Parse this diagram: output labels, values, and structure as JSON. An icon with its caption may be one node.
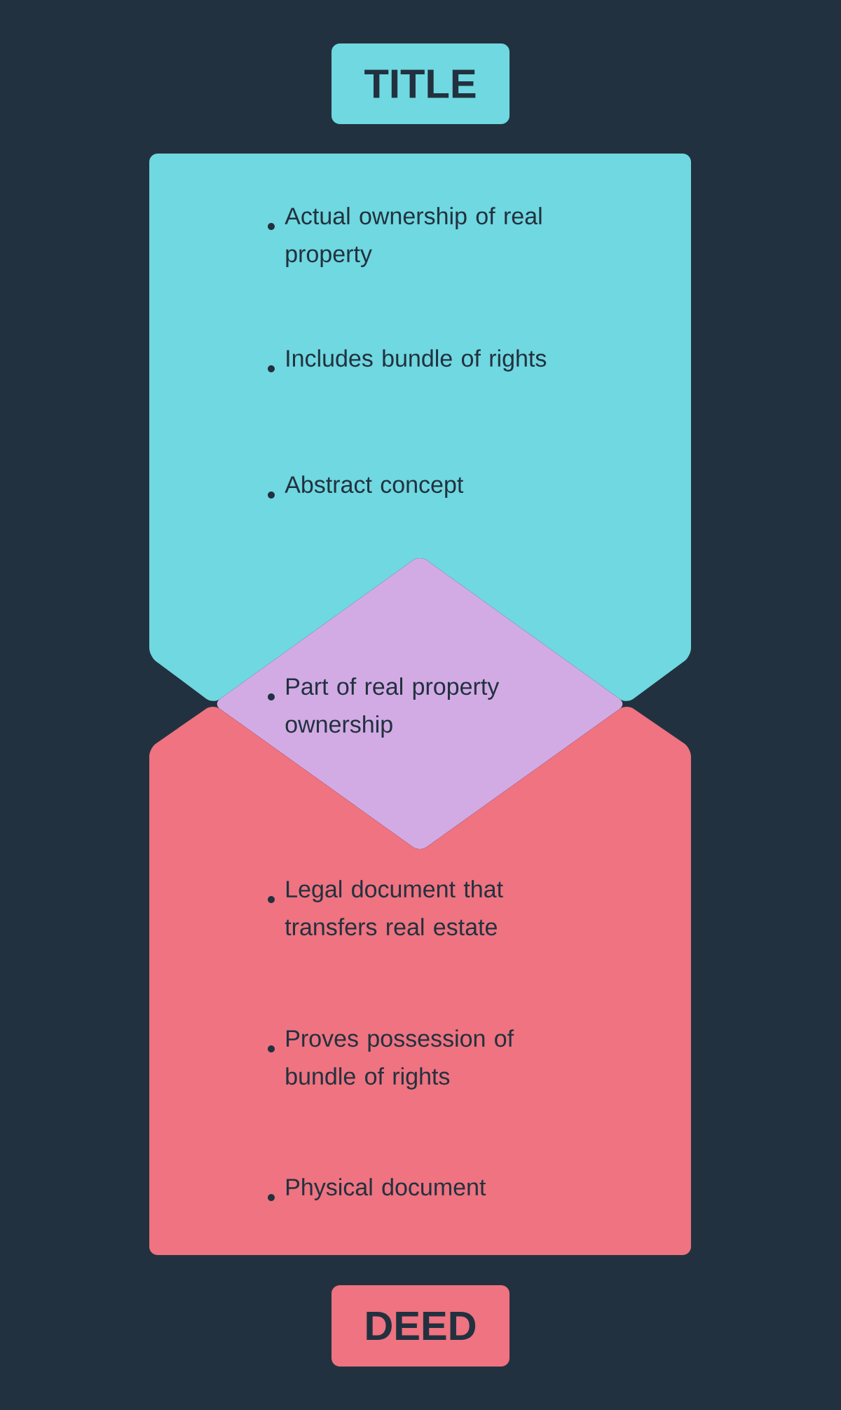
{
  "diagram": {
    "nodes": [
      {
        "text": [
          "TITLE"
        ]
      },
      {
        "text": [
          "Actual ownership of real property",
          "Includes bundle of rights",
          "Abstract concept"
        ]
      },
      {
        "text": [
          "Part of real property ownership"
        ]
      },
      {
        "text": [
          "Legal document that transfers real estate",
          "Proves possession of bundle of rights",
          "Physical document"
        ]
      },
      {
        "text": [
          "DEED"
        ]
      }
    ]
  }
}
